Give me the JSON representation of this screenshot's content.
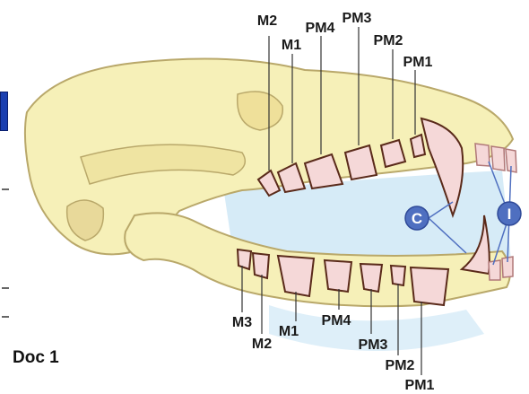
{
  "document_label": "Doc 1",
  "badges": {
    "canine": "C",
    "incisor": "I"
  },
  "upper_labels": [
    "M2",
    "M1",
    "PM4",
    "PM3",
    "PM2",
    "PM1"
  ],
  "lower_labels": [
    "M3",
    "M2",
    "M1",
    "PM4",
    "PM3",
    "PM2",
    "PM1"
  ],
  "colors": {
    "bone": "#f6f0b8",
    "bone_stroke": "#b9a86a",
    "mouth": "#d6ebf7",
    "tooth": "#f5d8d8",
    "root": "#5a2a1a",
    "badge": "#4f6fc0"
  }
}
